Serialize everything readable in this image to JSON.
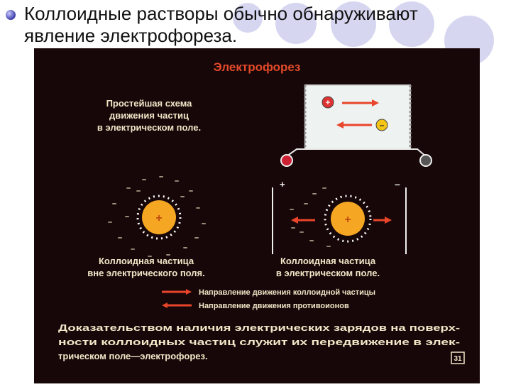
{
  "bullet": {
    "text": "Коллоидные растворы обычно обнаруживают явление электрофореза."
  },
  "slide": {
    "title": "Электрофорез",
    "scheme_caption": [
      "Простейшая схема",
      "движения частиц",
      "в электрическом поле."
    ],
    "particle_outside_caption": [
      "Коллоидная частица",
      "вне электрического поля."
    ],
    "particle_inside_caption": [
      "Коллоидная частица",
      "в электрическом поле."
    ],
    "legend": [
      {
        "label": "Направление движения коллоидной частицы",
        "color": "#e8452a"
      },
      {
        "label": "Направление движения противоионов",
        "color": "#e8452a"
      }
    ],
    "conclusion": [
      "Доказательством наличия электрических зарядов на поверх-",
      "ности коллоидных частиц служит их передвижение в элек-",
      "трическом поле—электрофорез."
    ],
    "page_number": "31",
    "colors": {
      "background": "#170708",
      "title": "#e34a2a",
      "caption": "#f2e7c8",
      "particle": "#f5a623",
      "arrow": "#e8452a"
    }
  }
}
